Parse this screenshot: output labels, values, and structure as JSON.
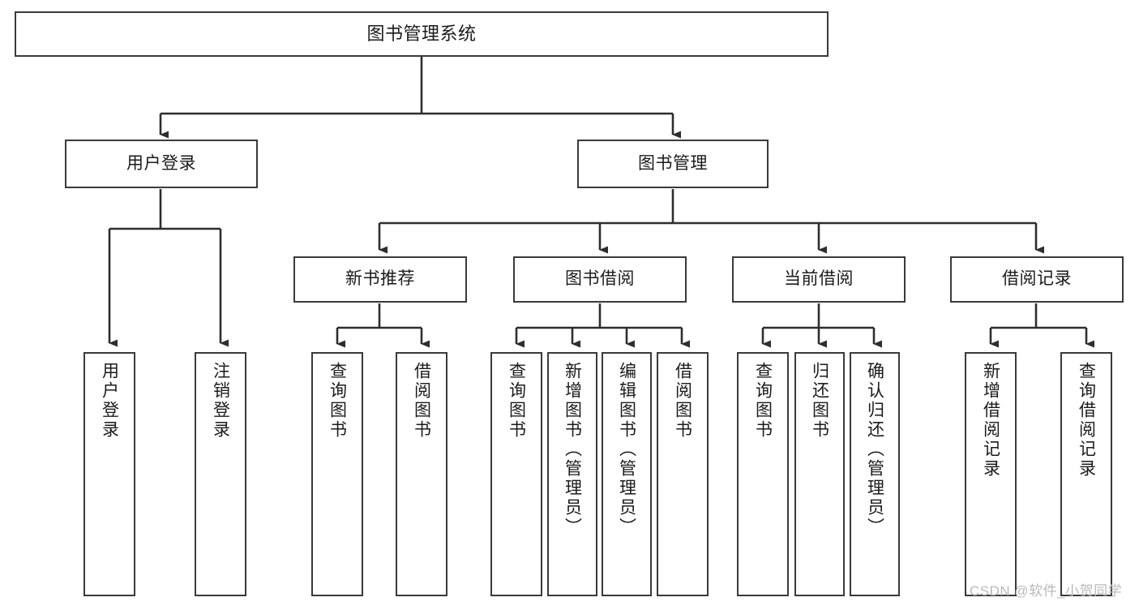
{
  "diagram": {
    "title": "图书管理系统",
    "type": "tree-hierarchy",
    "orientation": "top-down",
    "colors": {
      "box_border": "#3a3a3a",
      "box_fill": "#ffffff",
      "connector": "#2e2e2e",
      "text": "#1b1b1b",
      "watermark": "#b9b9b9",
      "background": "#ffffff"
    },
    "nodes": {
      "root": {
        "label": "图书管理系统"
      },
      "level2": [
        {
          "id": "user-login",
          "label": "用户登录"
        },
        {
          "id": "book-management",
          "label": "图书管理"
        }
      ],
      "level3": [
        {
          "id": "new-book-recommend",
          "label": "新书推荐"
        },
        {
          "id": "book-borrow",
          "label": "图书借阅"
        },
        {
          "id": "current-borrow",
          "label": "当前借阅"
        },
        {
          "id": "borrow-record",
          "label": "借阅记录"
        }
      ],
      "leaves": {
        "user_login": [
          {
            "id": "leaf-user-login",
            "label": "用户登录"
          },
          {
            "id": "leaf-logout-login",
            "label": "注销登录"
          }
        ],
        "new_book_recommend": [
          {
            "id": "leaf-query-book-1",
            "label": "查询图书"
          },
          {
            "id": "leaf-borrow-book-1",
            "label": "借阅图书"
          }
        ],
        "book_borrow": [
          {
            "id": "leaf-query-book-2",
            "label": "查询图书"
          },
          {
            "id": "leaf-add-book",
            "label": "新增图书（管理员）"
          },
          {
            "id": "leaf-edit-book",
            "label": "编辑图书（管理员）"
          },
          {
            "id": "leaf-borrow-book-2",
            "label": "借阅图书"
          }
        ],
        "current_borrow": [
          {
            "id": "leaf-query-book-3",
            "label": "查询图书"
          },
          {
            "id": "leaf-return-book",
            "label": "归还图书"
          },
          {
            "id": "leaf-confirm-return",
            "label": "确认归还（管理员）"
          }
        ],
        "borrow_record": [
          {
            "id": "leaf-add-record",
            "label": "新增借阅记录"
          },
          {
            "id": "leaf-query-record",
            "label": "查询借阅记录"
          }
        ]
      }
    },
    "watermark": "CSDN @软件_小贺同学"
  }
}
